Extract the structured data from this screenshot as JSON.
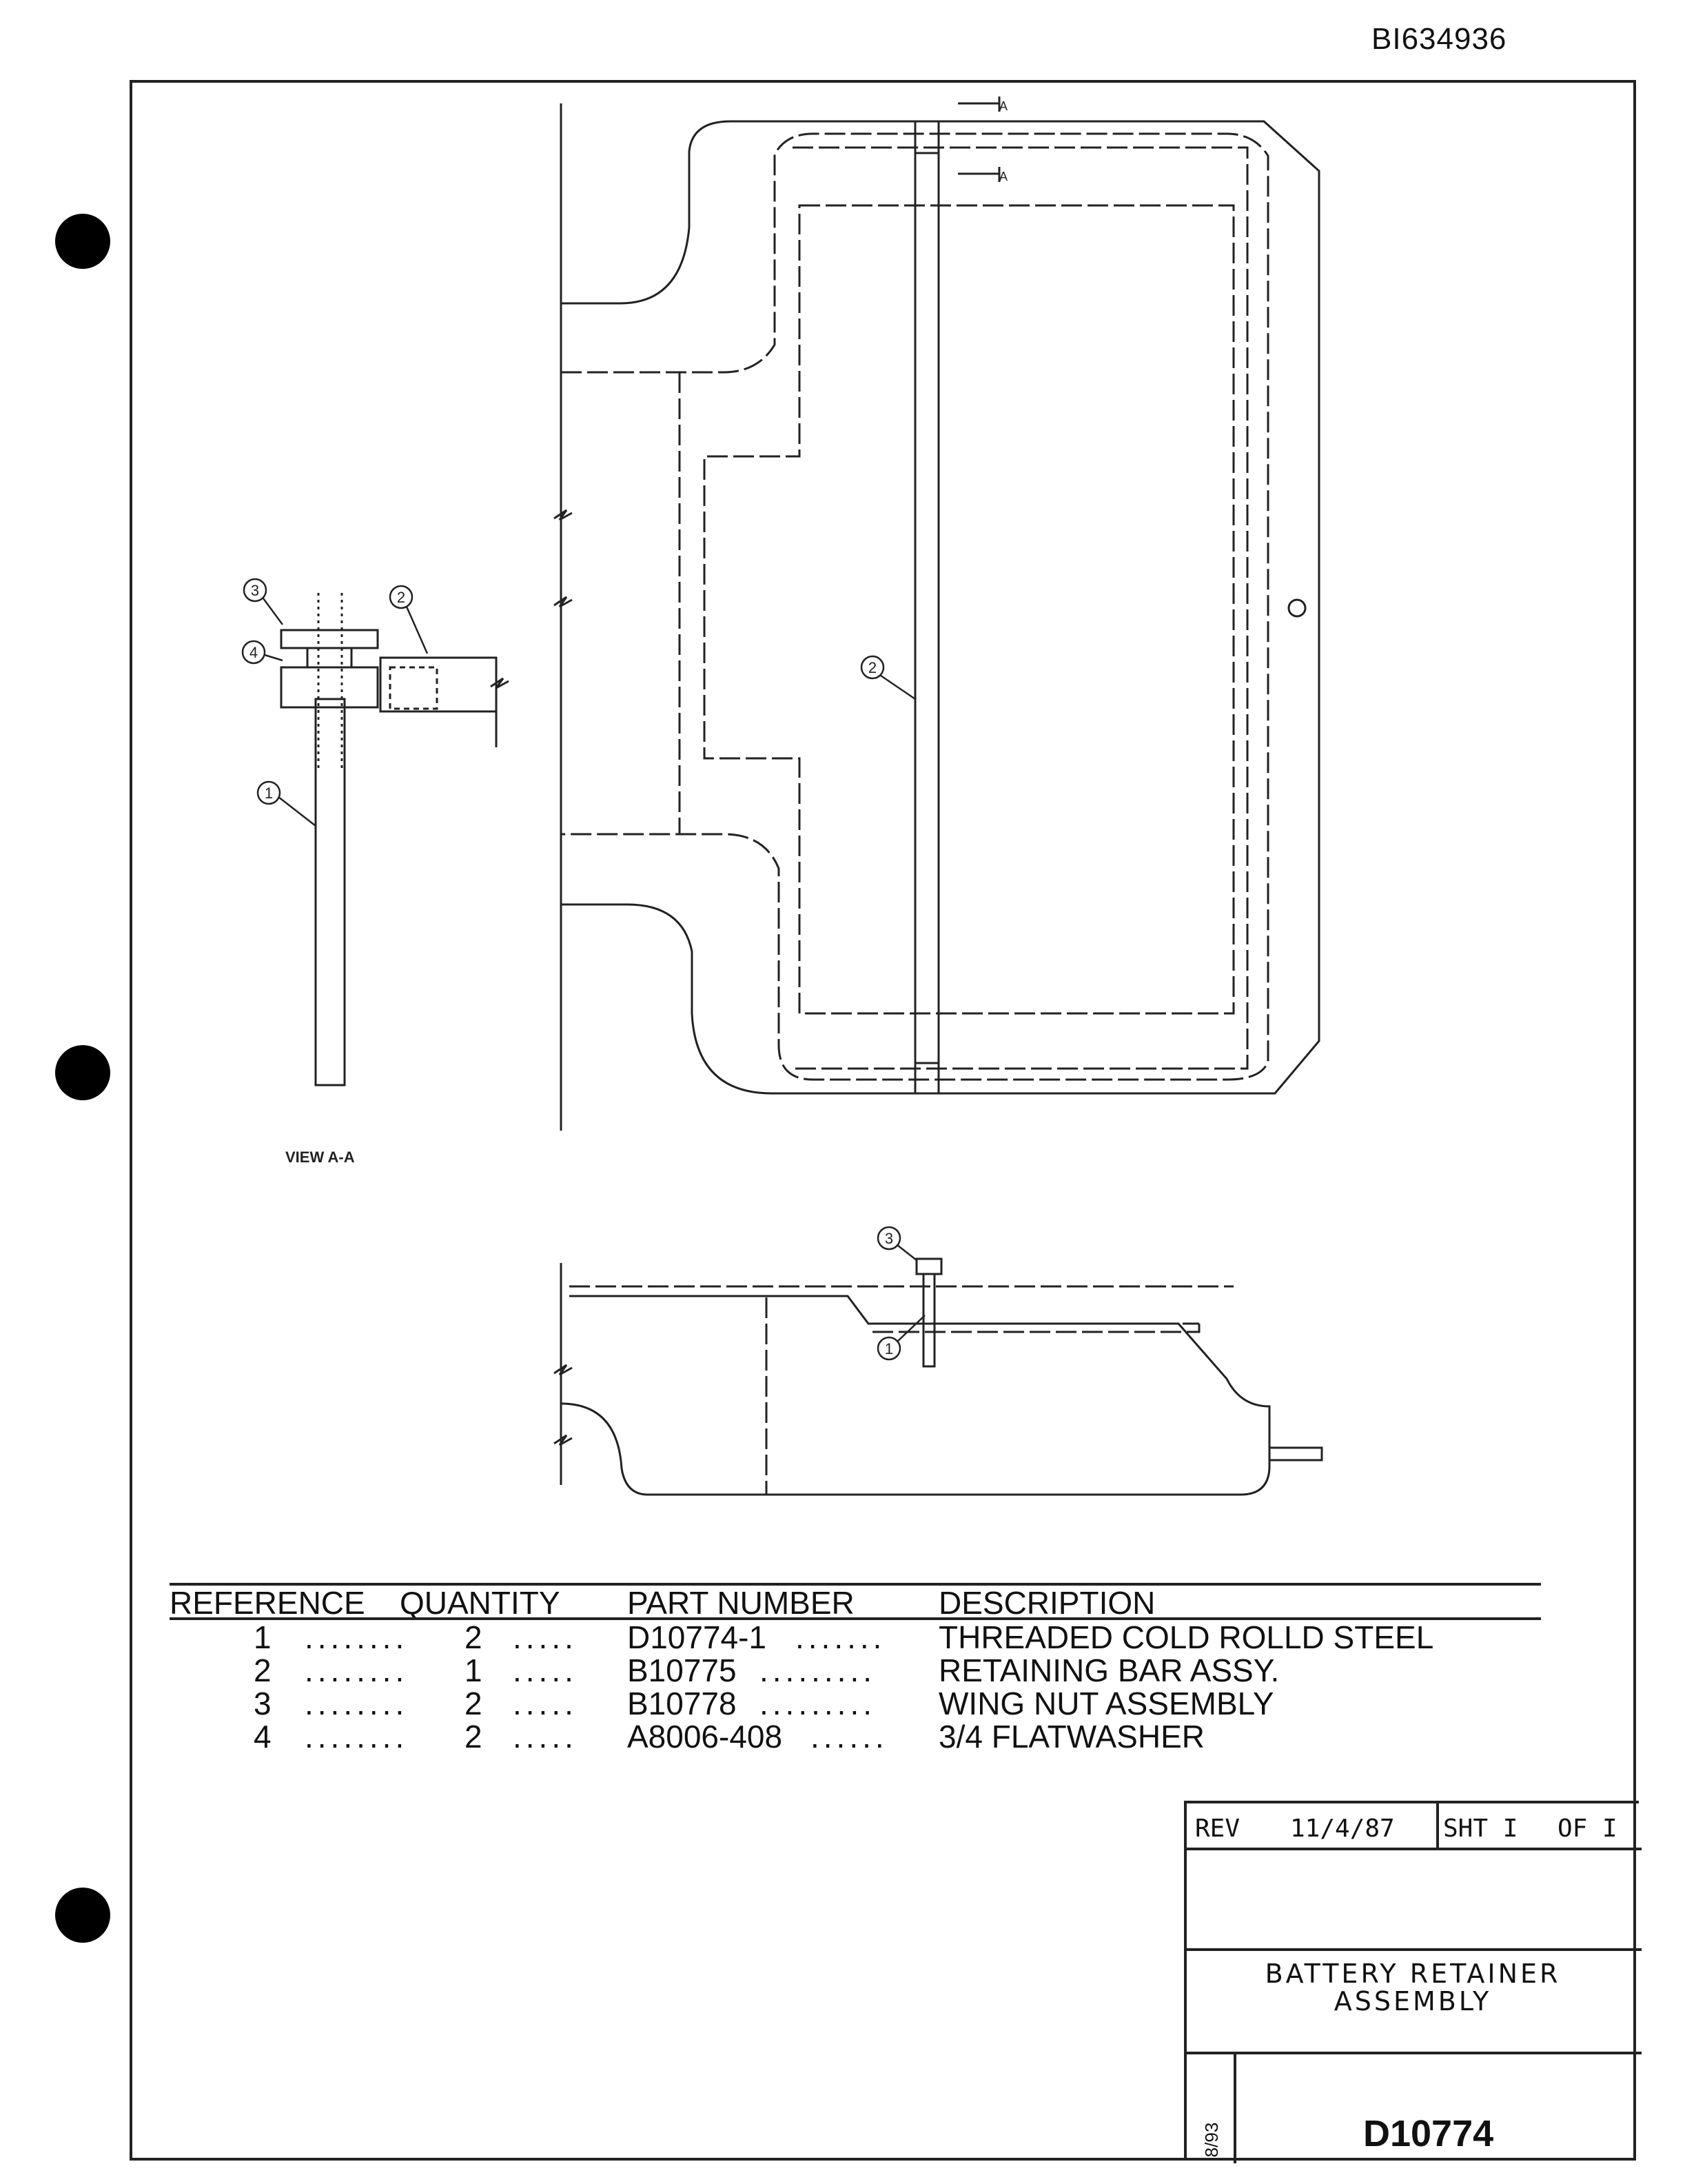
{
  "document": {
    "id": "BI634936"
  },
  "drawing": {
    "view_label": "VIEW A-A",
    "section_marker": "A",
    "callouts": [
      "1",
      "2",
      "3",
      "4"
    ]
  },
  "parts_table": {
    "headers": {
      "reference": "REFERENCE",
      "quantity": "QUANTITY",
      "part_number": "PART NUMBER",
      "description": "DESCRIPTION"
    },
    "rows": [
      {
        "ref": "1",
        "ref_dots": "........",
        "qty": "2",
        "qty_dots": ".....",
        "part": "D10774-1",
        "part_dots": ".......",
        "desc": "THREADED COLD ROLLD STEEL"
      },
      {
        "ref": "2",
        "ref_dots": "........",
        "qty": "1",
        "qty_dots": ".....",
        "part": "B10775",
        "part_dots": ".........",
        "desc": "RETAINING BAR ASSY."
      },
      {
        "ref": "3",
        "ref_dots": "........",
        "qty": "2",
        "qty_dots": ".....",
        "part": "B10778",
        "part_dots": ".........",
        "desc": "WING NUT ASSEMBLY"
      },
      {
        "ref": "4",
        "ref_dots": "........",
        "qty": "2",
        "qty_dots": ".....",
        "part": "A8006-408",
        "part_dots": "......",
        "desc": "3/4 FLATWASHER"
      }
    ]
  },
  "title_block": {
    "rev_label": "REV",
    "rev_date": "11/4/87",
    "sheet_label": "SHT I",
    "sheet_of": "OF I",
    "title_line1": "BATTERY RETAINER",
    "title_line2": "ASSEMBLY",
    "form_date": "8/93",
    "drawing_number": "D10774"
  }
}
